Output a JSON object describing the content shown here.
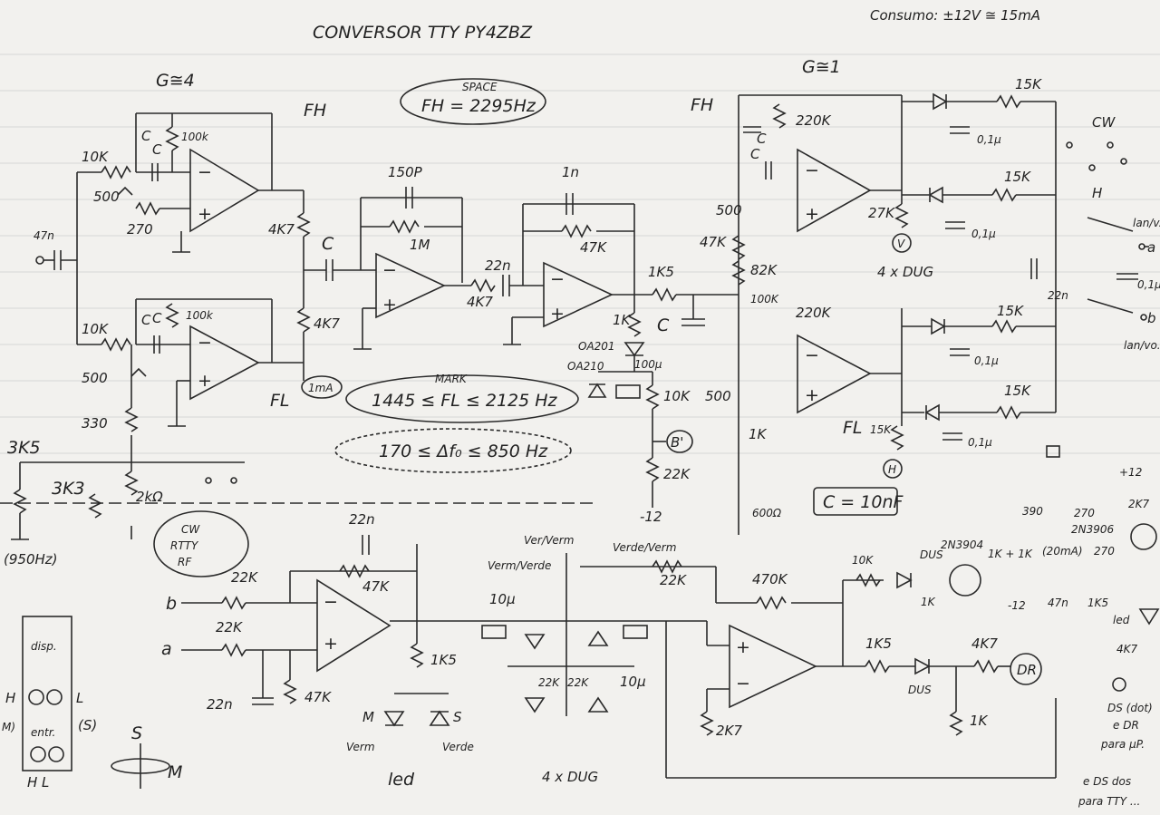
{
  "title": "CONVERSOR TTY PY4ZBZ",
  "consumption": "Consumo: ±12V ≅ 15mA",
  "gains": {
    "left": "G≅4",
    "right": "G≅1"
  },
  "filters": {
    "fh_left": "FH",
    "fl_left": "FL",
    "fh_right": "FH",
    "fl_right": "FL",
    "space_title": "SPACE",
    "space_freq": "FH = 2295Hz",
    "mark_title": "MARK",
    "mark_range": "1445 ≤ FL ≤ 2125 Hz",
    "shift_range": "170 ≤ Δf₀ ≤ 850 Hz",
    "c_value": "C = 10nF"
  },
  "components": {
    "in_cap": "47n",
    "r10k_a": "10K",
    "r10k_b": "10K",
    "r100k_a": "100k",
    "r100k_b": "100k",
    "c_a": "C",
    "c_b": "C",
    "c_c": "C",
    "c_d": "C",
    "pot500_a": "500",
    "pot500_b": "500",
    "r270": "270",
    "r330": "330",
    "r3k5": "3K5",
    "r3k3": "3K3",
    "pot2k": "2kΩ",
    "freq950": "(950Hz)",
    "r4k7_a": "4K7",
    "r4k7_b": "4K7",
    "c_mid": "C",
    "ma_meter": "1mA",
    "c150p": "150P",
    "r1m": "1M",
    "r4k7_c": "4K7",
    "c22n_a": "22n",
    "c1n": "1n",
    "r47k_a": "47K",
    "r1k5_a": "1K5",
    "r1k_a": "1K",
    "c_g": "C",
    "oa201": "OA201",
    "oa210": "OA210",
    "c100u": "100μ",
    "r10k_c": "10K",
    "b_prime": "B'",
    "r22k_a": "22K",
    "neg12_a": "-12",
    "pot500_c": "500",
    "r220k_a": "220K",
    "r47k_b": "47K",
    "r82k": "82K",
    "r100k_c": "100K",
    "r220k_b": "220K",
    "pot500_d": "500",
    "r1k_b": "1K",
    "pot600": "600Ω",
    "r27k": "27K",
    "v_mark": "V",
    "dug4_a": "4 x DUG",
    "r15k_a": "15K",
    "r15k_b": "15K",
    "r15k_c": "15K",
    "r15k_d": "15K",
    "r15k_e": "15K",
    "c01u_a": "0,1μ",
    "c01u_b": "0,1μ",
    "c01u_c": "0,1μ",
    "c01u_d": "0,1μ",
    "c01u_e": "0,1μ",
    "h_mark": "H",
    "c22n_b": "22n",
    "cw_label": "CW",
    "a_label": "a",
    "b_label": "b",
    "lan_a": "lan/v...",
    "lan_b": "lan/vo...",
    "c22n_c": "22n",
    "r47k_c": "47K",
    "r22k_b": "22K",
    "r22k_c": "22K",
    "b_in": "b",
    "a_in": "a",
    "c22n_d": "22n",
    "r47k_d": "47K",
    "r1k5_b": "1K5",
    "led_m": "M",
    "led_s": "S",
    "verm": "Verm",
    "verde": "Verde",
    "led": "led",
    "c10u_a": "10μ",
    "c10u_b": "10μ",
    "r22k_d": "22K",
    "r22k_e": "22K",
    "dug4_b": "4 x DUG",
    "sw_a": "Ver/Verm",
    "sw_b": "Verm/Verde",
    "sw_c": "Verde/Verm",
    "r22k_f": "22K",
    "r470k": "470K",
    "r10k_d": "10K",
    "dus_a": "DUS",
    "q2n3904_a": "2N3904",
    "r1k_c": "1K",
    "neg12_b": "-12",
    "r1k5_c": "1K5",
    "dus_b": "DUS",
    "r4k7_d": "4K7",
    "dr": "DR",
    "r1k_d": "1K",
    "r2k7": "2K7",
    "r1k_1k": "1K + 1K",
    "ma20": "(20mA)",
    "r270_b": "270",
    "q2n3906": "2N3906",
    "r270_c": "270",
    "r2k7_b": "2K7",
    "plus12": "+12",
    "r390": "390",
    "c47n": "47n",
    "r1k5_d": "1K5",
    "led2": "led",
    "r4k7_e": "4K7",
    "ds_dot": "DS (dot)",
    "e_dr": "e DR",
    "para_up": "para μP.",
    "eds": "e DS dos",
    "para_tty": "para TTY ...",
    "rf_notes": [
      "CW",
      "RTTY",
      "RF"
    ]
  },
  "side_panel": {
    "dispo": "disp.",
    "entr": "entr.",
    "h": "H",
    "l": "L",
    "m": "M)",
    "s": "(S)",
    "hl": "H L"
  },
  "compass": {
    "s": "S",
    "m": "M"
  }
}
